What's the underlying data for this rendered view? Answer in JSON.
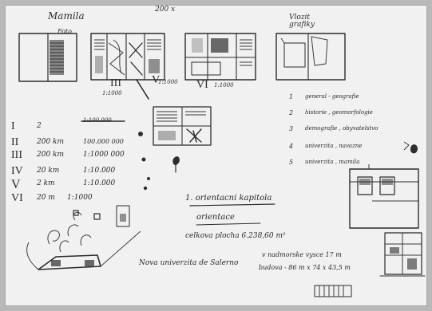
{
  "header": {
    "title_scribble": "Mamila",
    "scale_note": "200 x"
  },
  "thumbnails": [
    {
      "label": "Foto",
      "numeral": "",
      "scale": ""
    },
    {
      "label": "",
      "numeral": "III",
      "scale": "1:1000"
    },
    {
      "label": "",
      "numeral": "V",
      "scale": "1:1000"
    },
    {
      "label": "",
      "numeral": "VI",
      "scale": "1:1000"
    },
    {
      "label": "Vlozit grafiky",
      "numeral": "",
      "scale": ""
    }
  ],
  "scale_list": [
    {
      "numeral": "I",
      "qty": "2",
      "scale": "1:100.000"
    },
    {
      "numeral": "II",
      "qty": "200 km",
      "scale": "100.000 000"
    },
    {
      "numeral": "III",
      "qty": "200 km",
      "scale": "1:1000 000"
    },
    {
      "numeral": "IV",
      "qty": "20 km",
      "scale": "1:10.000"
    },
    {
      "numeral": "V",
      "qty": "2 km",
      "scale": "1:10.000"
    },
    {
      "numeral": "VI",
      "qty": "20 m",
      "scale": "1:1000"
    }
  ],
  "legend": [
    {
      "num": "1",
      "text": "general - geografie"
    },
    {
      "num": "2",
      "text": "historie , geomorfologie"
    },
    {
      "num": "3",
      "text": "demografie , obyvatelstvo"
    },
    {
      "num": "4",
      "text": "univerzita , navazne"
    },
    {
      "num": "5",
      "text": "univerzita , mamila"
    }
  ],
  "notes": {
    "chapter": "1. orientacni kapitola",
    "subtitle": "orientace",
    "area_line": "celkova plocha 6.238,60 m²",
    "univ_line_1": "Nova univerzita de Salerno",
    "univ_line_2": "v nadmorske vysce 17 m",
    "univ_line_3": "budova - 86 m x 74 x 43,5 m"
  }
}
